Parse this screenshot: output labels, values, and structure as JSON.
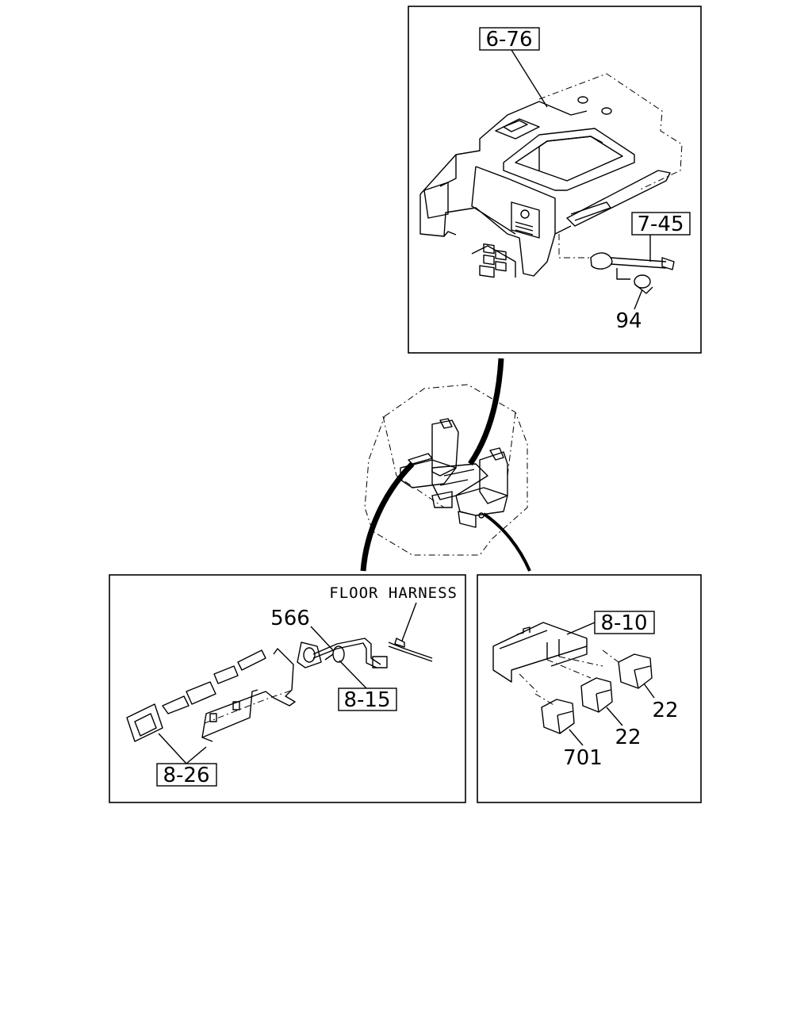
{
  "callouts": {
    "console": "6-76",
    "lamp_harness": "7-45",
    "screw": "94",
    "harness_num": "566",
    "floor_harness": "FLOOR HARNESS",
    "grommet": "8-15",
    "lighter": "8-26",
    "switch_panel": "8-10",
    "cap_a": "22",
    "cap_b": "22",
    "cap_c": "701"
  }
}
